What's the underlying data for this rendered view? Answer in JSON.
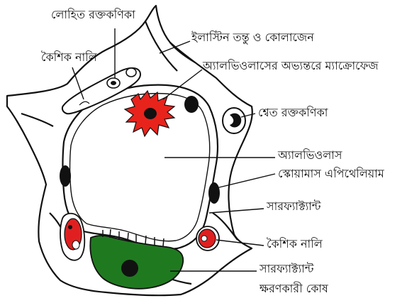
{
  "labels": {
    "rbc": "লোহিত রক্তকণিকা",
    "capillary_top": "কৈশিক নালি",
    "elastin": "ইলাস্টিন তন্তু ও কোলাজেন",
    "macrophage": "অ্যালভিওলাসের অভ্যন্তরে ম্যাক্রোফেজ",
    "wbc": "শ্বেত রক্তকণিকা",
    "alveolus": "অ্যালভিওলাস",
    "squamous": "স্কোয়ামাস এপিথেলিয়াম",
    "surfactant": "সারফ্যাক্ট্যান্ট",
    "capillary_bottom": "কৈশিক নালি",
    "secreting_cell_line1": "সারফ্যাক্ট্যান্ট",
    "secreting_cell_line2": "ক্ষরণকারী কোষ"
  },
  "colors": {
    "outline": "#111111",
    "macrophage_fill": "#e8231c",
    "rbc_fill": "#e02020",
    "secreting_cell_fill": "#1f7a1f",
    "nucleus_fill": "#111111",
    "background": "#ffffff"
  }
}
